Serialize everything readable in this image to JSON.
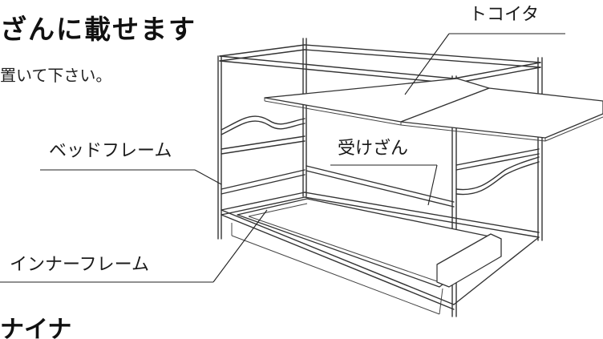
{
  "heading": "ざんに載せます",
  "subtext": "置いて下さい。",
  "footer_fragment": "ナイナ",
  "labels": {
    "toko_ita": "トコイタ",
    "uke_zan": "受けざん",
    "bed_frame": "ベッドフレーム",
    "inner_frame": "インナーフレーム"
  },
  "colors": {
    "ink": "#333333",
    "background": "#ffffff"
  }
}
